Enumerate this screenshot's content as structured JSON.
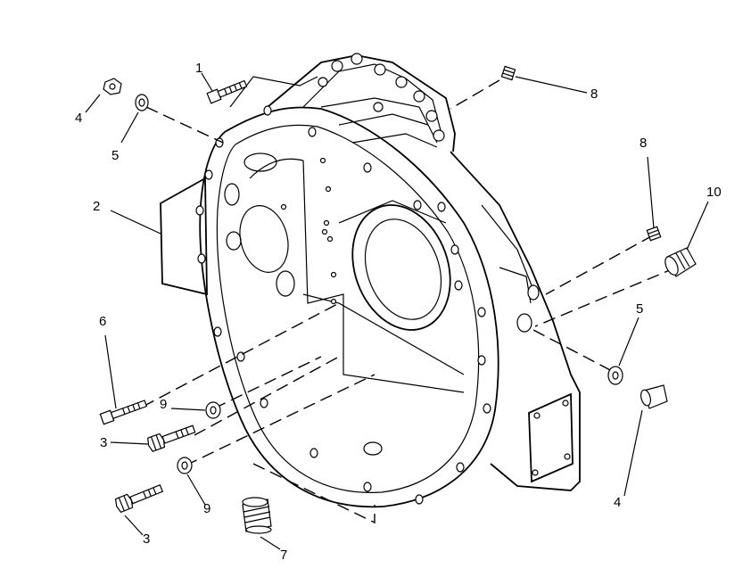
{
  "figure": {
    "callouts": {
      "c1": "1",
      "c2": "2",
      "c3a": "3",
      "c3b": "3",
      "c4a": "4",
      "c4b": "4",
      "c5a": "5",
      "c5b": "5",
      "c6": "6",
      "c7": "7",
      "c8a": "8",
      "c8b": "8",
      "c9a": "9",
      "c9b": "9",
      "c10": "10"
    }
  }
}
